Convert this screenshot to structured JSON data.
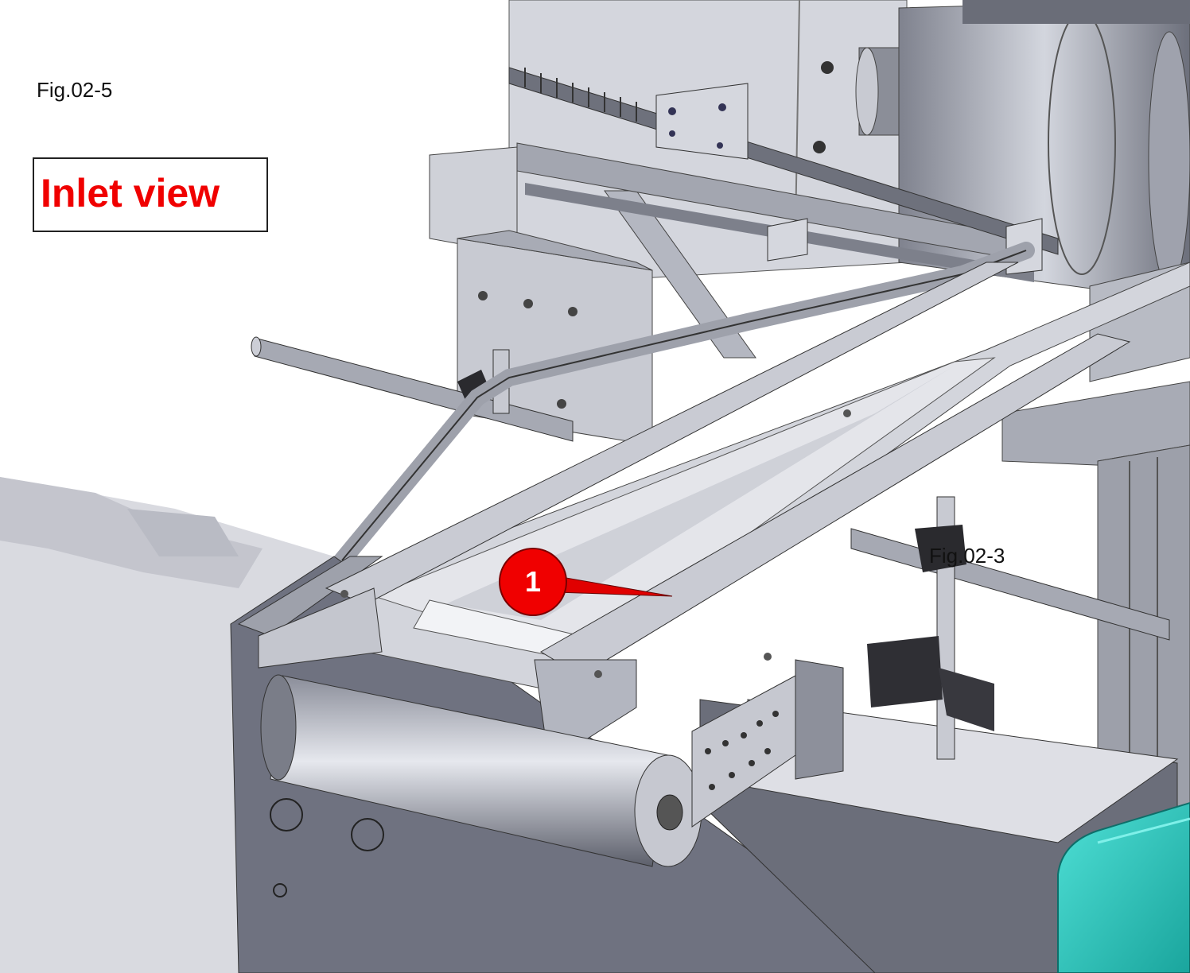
{
  "figure": {
    "label": "Fig.02-5"
  },
  "title": {
    "text": "Inlet view"
  },
  "reference": {
    "label": "Fig.02-3"
  },
  "callouts": [
    {
      "number": "1"
    }
  ],
  "colors": {
    "title": "#f00000",
    "callout_fill": "#f00000",
    "teal_housing": "#2ec9c0",
    "steel": "#c4c7d0",
    "frame": "#6f7280"
  }
}
